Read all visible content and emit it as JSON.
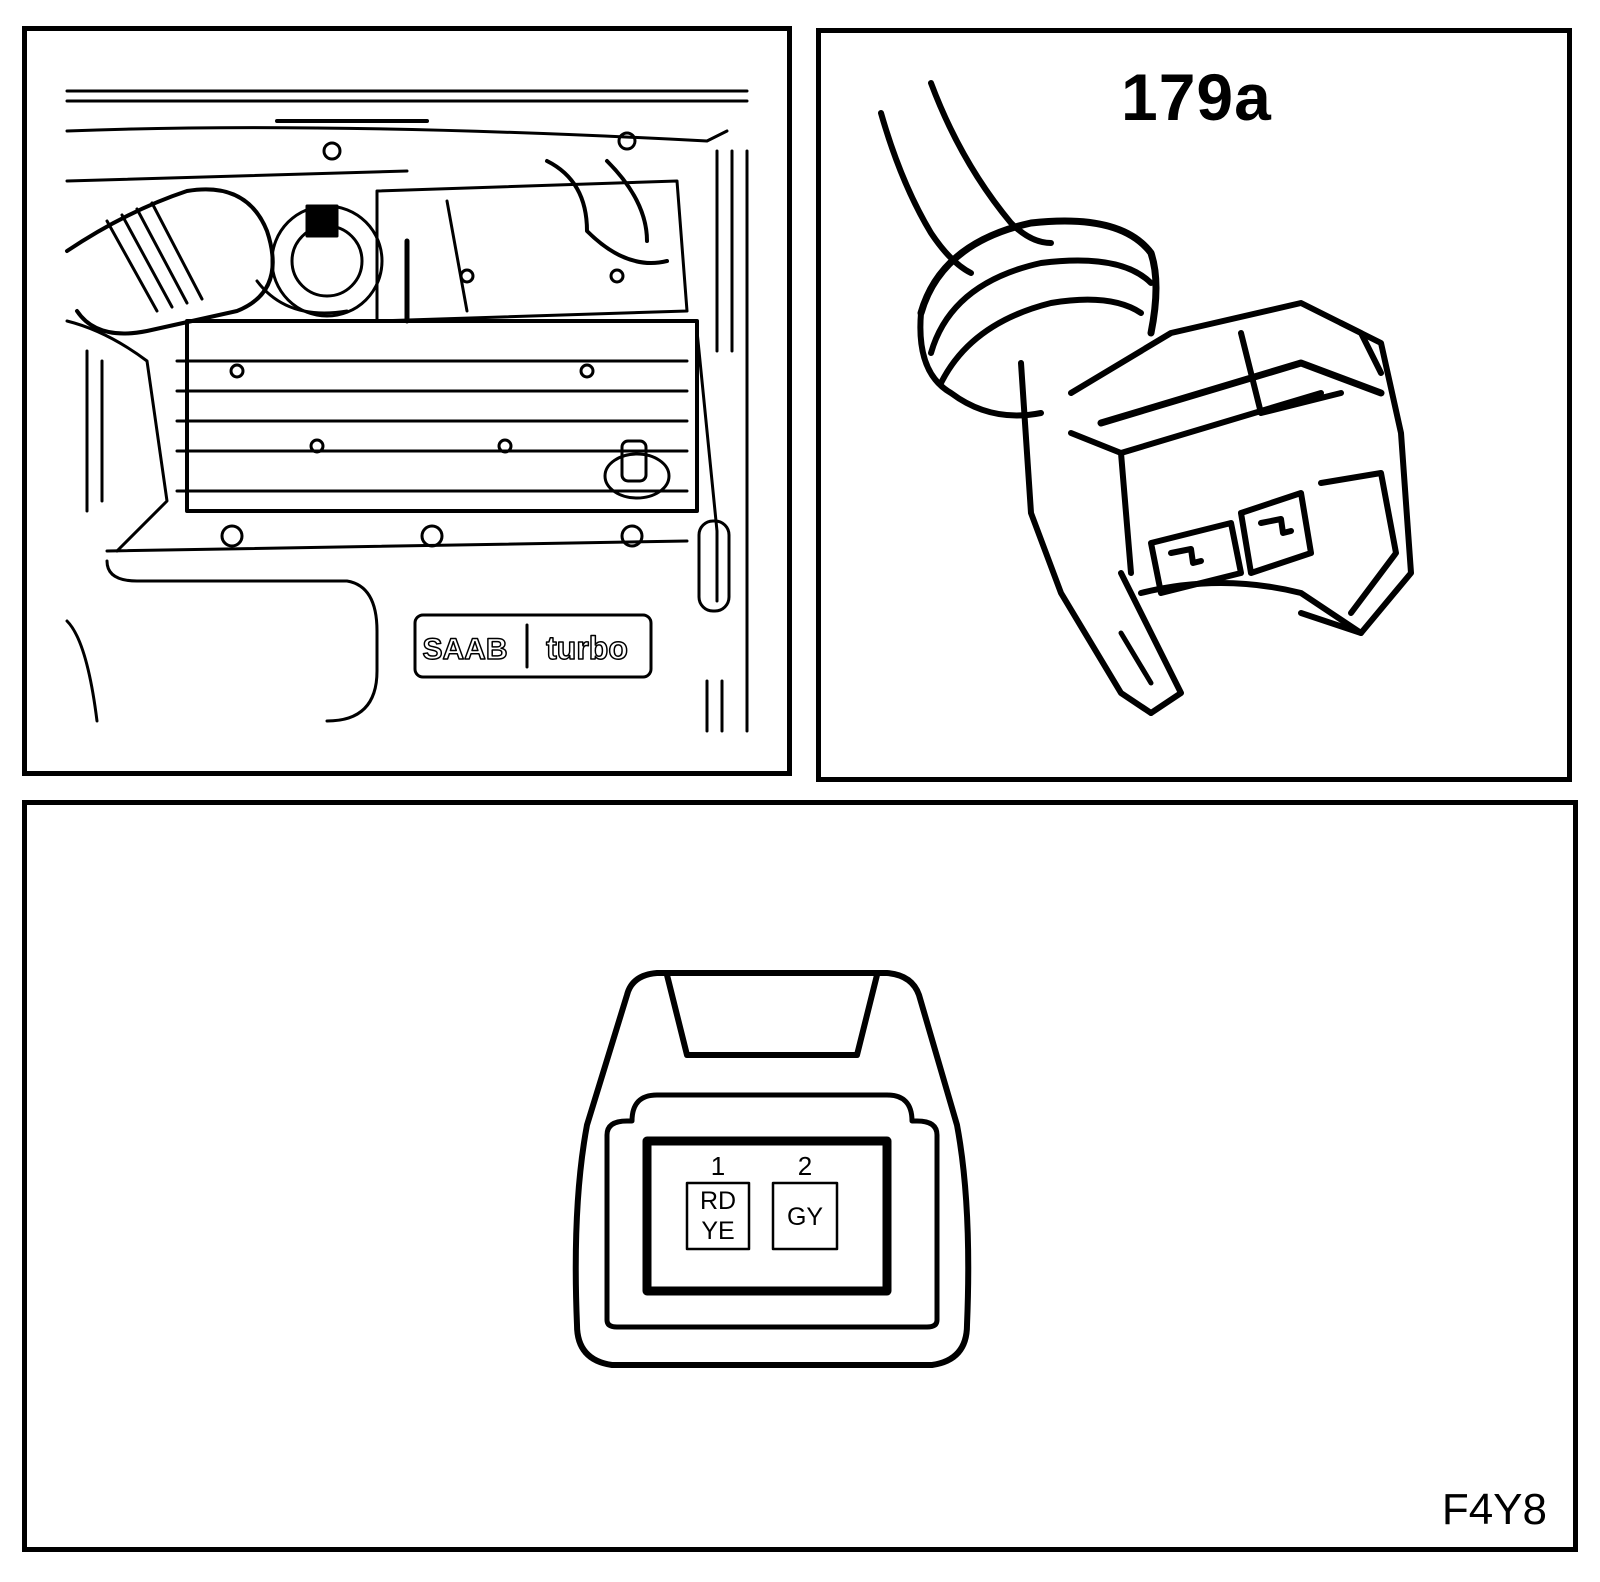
{
  "engine_panel": {
    "badge_brand": "SAAB",
    "badge_model": "turbo"
  },
  "connector_panel": {
    "connector_label": "179a"
  },
  "pinout_panel": {
    "pins": [
      {
        "number": "1",
        "wire_colors": [
          "RD",
          "YE"
        ]
      },
      {
        "number": "2",
        "wire_colors": [
          "GY"
        ]
      }
    ],
    "figure_id": "F4Y8"
  }
}
